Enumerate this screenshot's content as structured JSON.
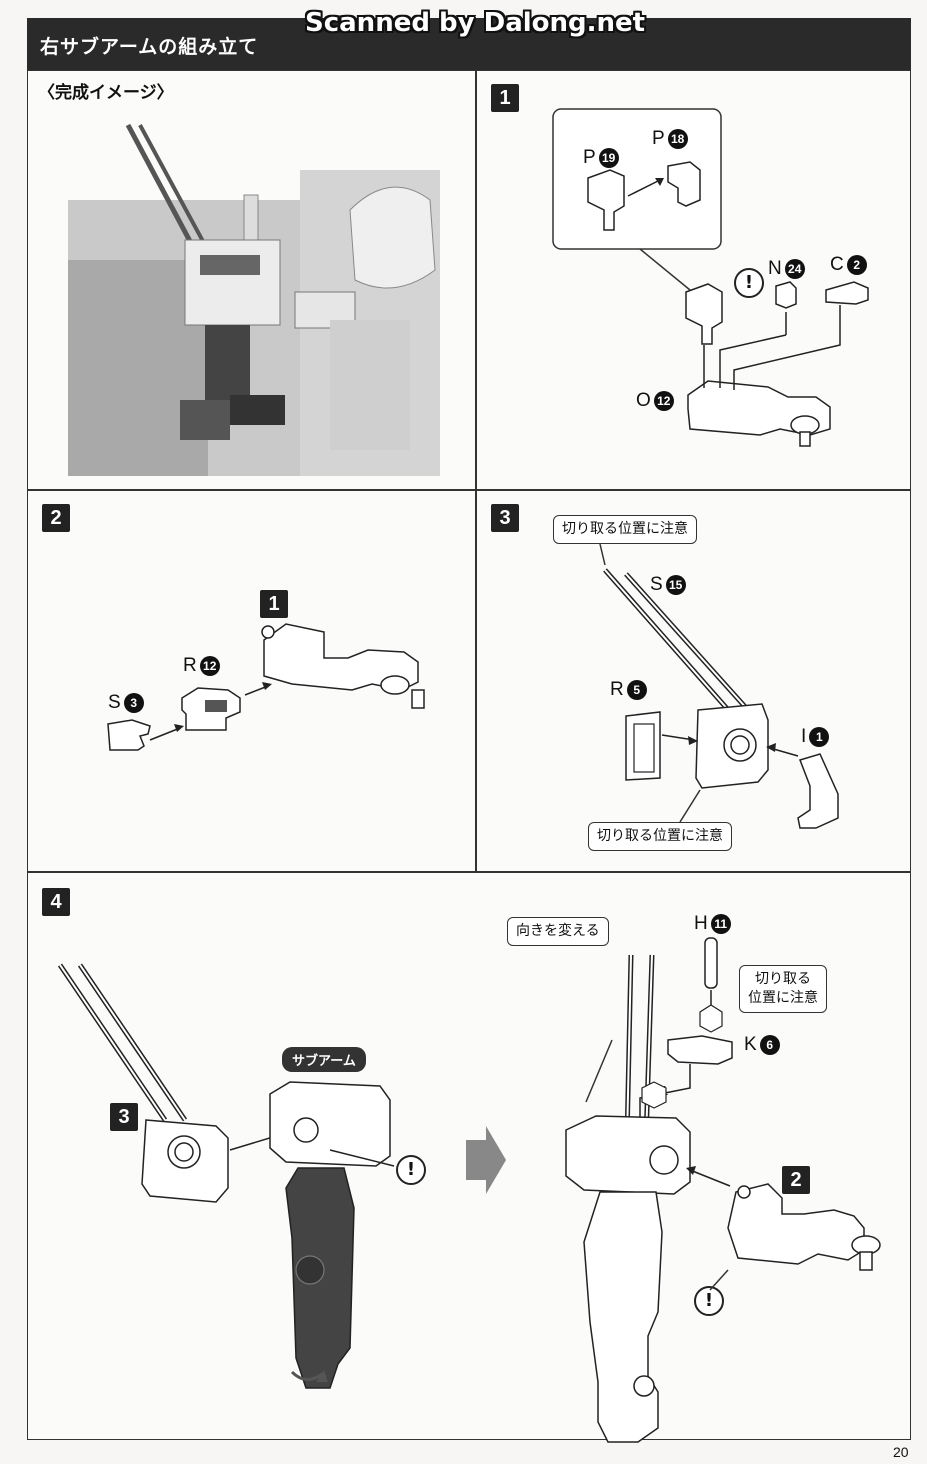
{
  "header": {
    "title": "右サブアームの組み立て",
    "watermark": "Scanned by Dalong.net"
  },
  "completion_label": "〈完成イメージ〉",
  "steps": [
    {
      "number": "1",
      "parts": [
        {
          "letter": "P",
          "num": "19"
        },
        {
          "letter": "P",
          "num": "18"
        },
        {
          "letter": "N",
          "num": "24"
        },
        {
          "letter": "C",
          "num": "2"
        },
        {
          "letter": "O",
          "num": "12"
        }
      ]
    },
    {
      "number": "2",
      "ref": "1",
      "parts": [
        {
          "letter": "R",
          "num": "12"
        },
        {
          "letter": "S",
          "num": "3"
        }
      ]
    },
    {
      "number": "3",
      "parts": [
        {
          "letter": "S",
          "num": "15"
        },
        {
          "letter": "R",
          "num": "5"
        },
        {
          "letter": "I",
          "num": "1"
        }
      ],
      "notes": [
        "切り取る位置に注意",
        "切り取る位置に注意"
      ]
    },
    {
      "number": "4",
      "ref_left": "3",
      "ref_right": "2",
      "badge": "サブアーム",
      "parts": [
        {
          "letter": "H",
          "num": "11"
        },
        {
          "letter": "K",
          "num": "6"
        }
      ],
      "notes": [
        "向きを変える",
        "切り取る\n位置に注意"
      ],
      "order": [
        "1",
        "2"
      ]
    }
  ],
  "warn_symbol": "!",
  "page_number": "20"
}
